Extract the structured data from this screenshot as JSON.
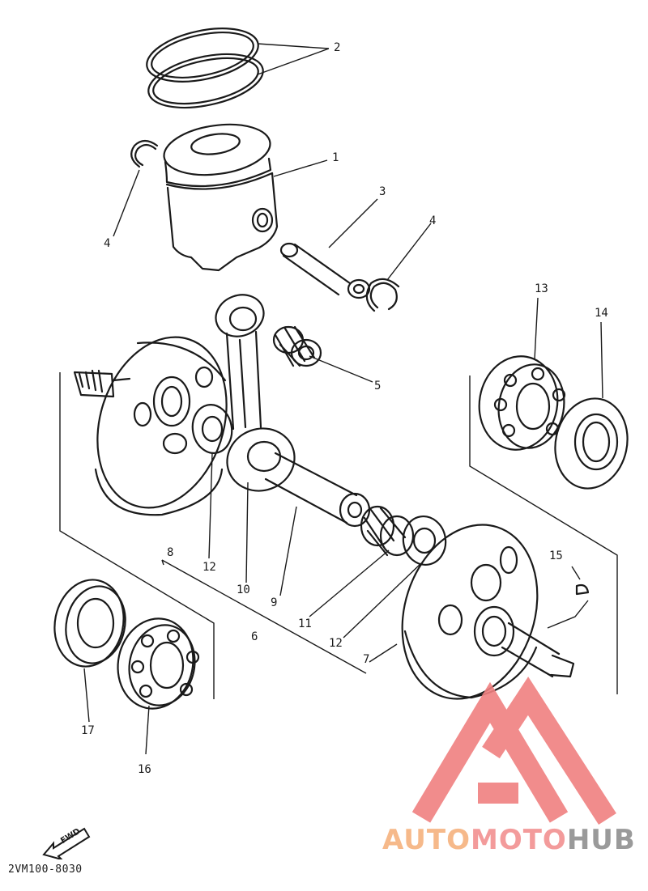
{
  "diagram": {
    "part_labels": [
      {
        "id": "p1",
        "text": "1"
      },
      {
        "id": "p2",
        "text": "2"
      },
      {
        "id": "p3",
        "text": "3"
      },
      {
        "id": "p4a",
        "text": "4"
      },
      {
        "id": "p4b",
        "text": "4"
      },
      {
        "id": "p5",
        "text": "5"
      },
      {
        "id": "p6",
        "text": "6"
      },
      {
        "id": "p7",
        "text": "7"
      },
      {
        "id": "p8",
        "text": "8"
      },
      {
        "id": "p9",
        "text": "9"
      },
      {
        "id": "p10",
        "text": "10"
      },
      {
        "id": "p11",
        "text": "11"
      },
      {
        "id": "p12a",
        "text": "12"
      },
      {
        "id": "p12b",
        "text": "12"
      },
      {
        "id": "p13",
        "text": "13"
      },
      {
        "id": "p14",
        "text": "14"
      },
      {
        "id": "p15",
        "text": "15"
      },
      {
        "id": "p16",
        "text": "16"
      },
      {
        "id": "p17",
        "text": "17"
      }
    ],
    "fwd_label": "FWD",
    "code": "2VM100-8030"
  },
  "watermark": {
    "part1": "AUTO",
    "part2": "MOTO",
    "part3": "HUB",
    "colors": {
      "logo": "#f08080",
      "auto": "#f6b98a",
      "moto": "#f39b9b",
      "hub": "#9a9a9a"
    }
  }
}
